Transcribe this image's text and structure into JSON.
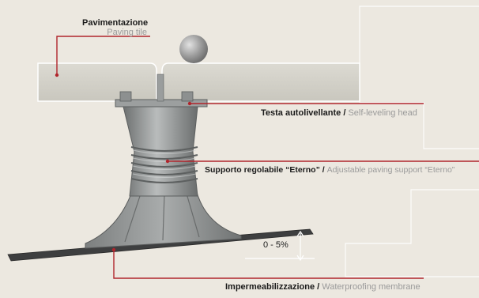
{
  "labels": {
    "paving": {
      "it": "Pavimentazione",
      "en": "Paving tile"
    },
    "head": {
      "it": "Testa autolivellante",
      "sep": " / ",
      "en": "Self-leveling head"
    },
    "support": {
      "it": "Supporto regolabile “Eterno”",
      "sep": " / ",
      "en": "Adjustable paving support “Eterno”"
    },
    "membrane": {
      "it": "Impermeabilizzazione",
      "sep": " / ",
      "en": "Waterproofing membrane"
    },
    "slope": "0 - 5%"
  },
  "colors": {
    "background": "#ece8e0",
    "leader_line": "#b0252c",
    "outline": "#ffffff",
    "tile": "#d4d2c8",
    "support": "#8f9292",
    "membrane": "#3e3f40"
  }
}
